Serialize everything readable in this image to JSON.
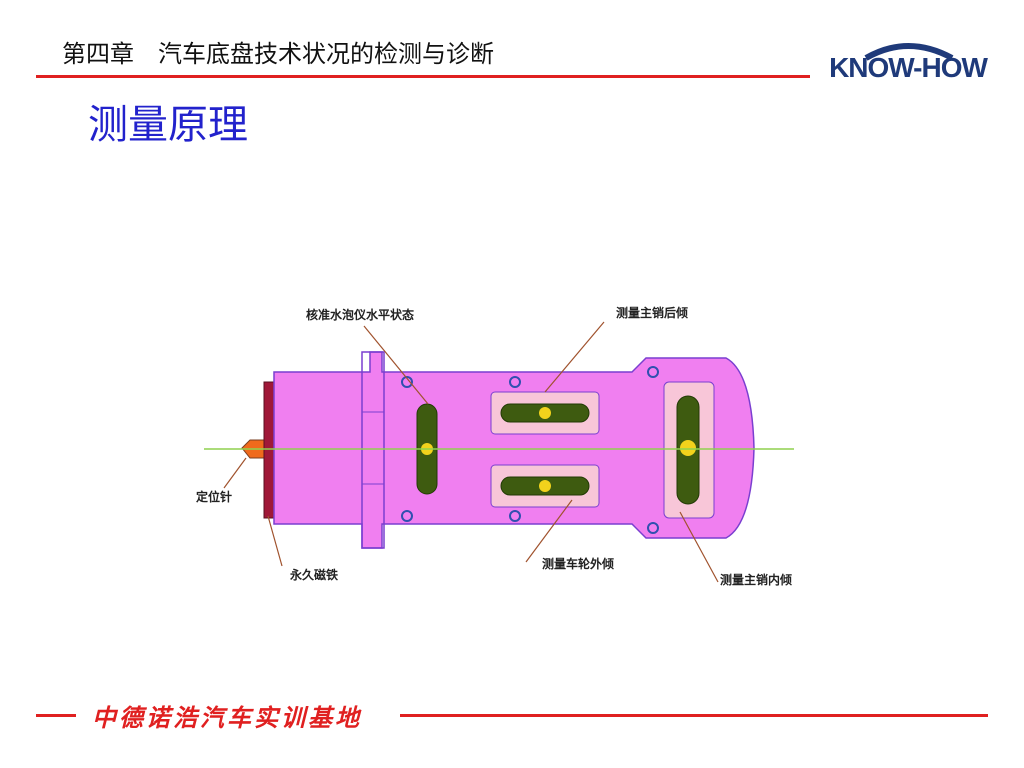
{
  "header": {
    "chapter_title": "第四章　汽车底盘技术状况的检测与诊断",
    "logo_text": "KNOW-HOW"
  },
  "section": {
    "title": "测量原理"
  },
  "diagram": {
    "labels": {
      "level_calibration": "核准水泡仪水平状态",
      "caster": "测量主销后倾",
      "locating_pin": "定位针",
      "permanent_magnet": "永久磁铁",
      "camber": "测量车轮外倾",
      "kingpin_inclination": "测量主销内倾"
    }
  },
  "footer": {
    "text": "中德诺浩汽车实训基地"
  },
  "colors": {
    "accent_red": "#e02020",
    "title_blue": "#2222cc",
    "logo_navy": "#1f3a7a",
    "body_magenta": "#f07ff0",
    "body_outline": "#7a3fd0",
    "vial_pink": "#f8c6d8",
    "vial_green": "#3e5b10",
    "bubble_yellow": "#f2d21c",
    "axis_green": "#8fd14f",
    "magnet_red": "#a01838",
    "pin_orange": "#f06a1c",
    "leader_brown": "#a0522d"
  }
}
